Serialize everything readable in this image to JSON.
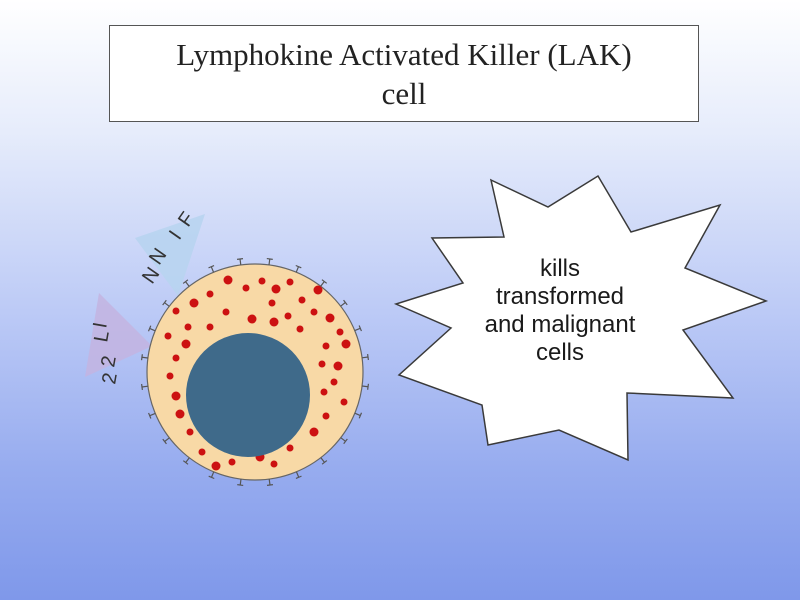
{
  "title": {
    "line1": "Lymphokine Activated Killer (LAK)",
    "line2": "cell"
  },
  "cytokines": {
    "ifn": [
      "I",
      "F",
      "N",
      "N"
    ],
    "il2": [
      "I",
      "L",
      "2",
      "2"
    ]
  },
  "callout": {
    "lines": [
      "kills",
      "transformed",
      "and malignant",
      "cells"
    ]
  },
  "colors": {
    "cytoplasm": "#f8d9a6",
    "nucleus": "#3f6a8a",
    "granule": "#cc1111",
    "cytokine": "#b8d4f0",
    "burst_fill": "#ffffff"
  }
}
